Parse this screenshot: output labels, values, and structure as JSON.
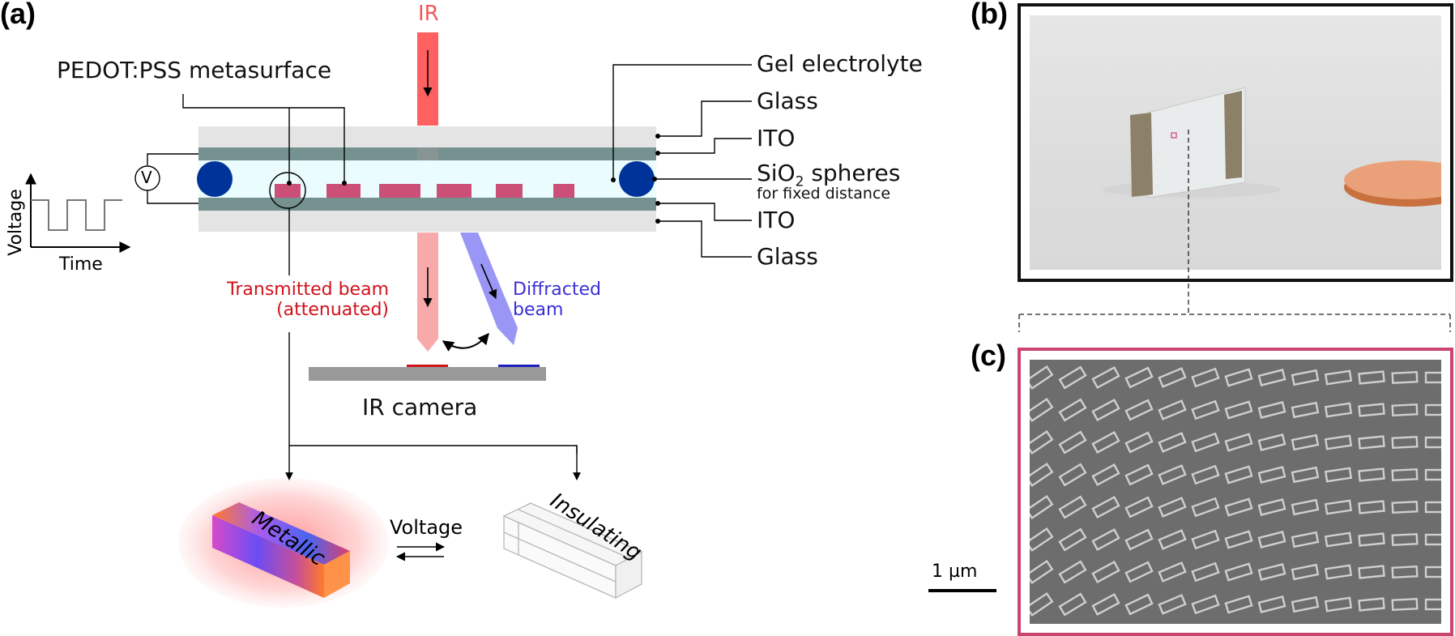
{
  "figure": {
    "panels": {
      "a": "(a)",
      "b": "(b)",
      "c": "(c)"
    },
    "panel_a": {
      "ir_label": "IR",
      "metasurface_label": "PEDOT:PSS metasurface",
      "gel_label": "Gel electrolyte",
      "glass_top_label": "Glass",
      "ito_top_label": "ITO",
      "spheres_label_prefix": "SiO",
      "spheres_label_sub": "2",
      "spheres_label_suffix": " spheres",
      "spheres_note": "for fixed distance",
      "ito_bottom_label": "ITO",
      "glass_bottom_label": "Glass",
      "voltmeter_symbol": "V",
      "plot_ylabel": "Voltage",
      "plot_xlabel": "Time",
      "transmitted_label_line1": "Transmitted beam",
      "transmitted_label_line2": "(attenuated)",
      "diffracted_label_line1": "Diffracted",
      "diffracted_label_line2": "beam",
      "camera_label": "IR camera",
      "metallic_label": "Metallic",
      "insulating_label": "Insulating",
      "switch_label": "Voltage"
    },
    "panel_c": {
      "scale_bar_label": "1 µm"
    },
    "colors": {
      "ir_beam": "#ff6060",
      "transmitted_beam": "#f8a9a9",
      "diffracted_beam": "#9a96f5",
      "transmitted_text": "#d0121b",
      "diffracted_text": "#3a2fd6",
      "glass": "#e4e4e4",
      "ito": "#759290",
      "electrolyte": "#eafcfe",
      "sphere": "#00339a",
      "metasurface": "#cc4f77",
      "camera": "#999999",
      "sem_frame": "#c8456f"
    }
  }
}
